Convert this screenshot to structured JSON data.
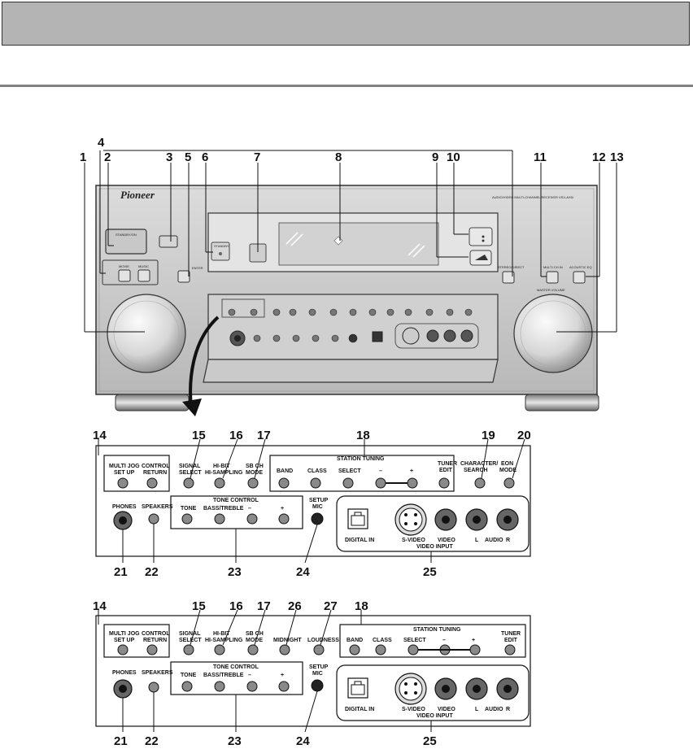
{
  "callouts_top": [
    "1",
    "2",
    "3",
    "4",
    "5",
    "6",
    "7",
    "8",
    "9",
    "10",
    "11",
    "12",
    "13"
  ],
  "callouts_p1_top": [
    "14",
    "15",
    "16",
    "17",
    "18",
    "19",
    "20"
  ],
  "callouts_p1_bottom": [
    "21",
    "22",
    "23",
    "24",
    "25"
  ],
  "callouts_p2_top": [
    "14",
    "15",
    "16",
    "17",
    "26",
    "27",
    "18"
  ],
  "callouts_p2_bottom": [
    "21",
    "22",
    "23",
    "24",
    "25"
  ],
  "receiver": {
    "brand": "Pioneer",
    "model_text": "AUDIO/VIDEO MULTI-CHANNEL RECEIVER VSX-AX5i",
    "standby_on": "STANDBY/ON",
    "standby": "STANDBY",
    "movie": "MOVIE",
    "music": "MUSIC",
    "enter": "ENTER",
    "stereo_direct": "STEREO/DIRECT",
    "multi_ch": "MULTI CH IN",
    "acoustic_eq": "ACOUSTIC EQ",
    "master_volume": "MASTER VOLUME"
  },
  "panel1": {
    "multi_jog": "MULTI JOG",
    "set_up": "SET UP",
    "control": "CONTROL",
    "return": "RETURN",
    "signal": "SIGNAL",
    "select": "SELECT",
    "hibit": "HI-BIT",
    "hisampling": "HI-SAMPLING",
    "sbch": "SB CH",
    "mode": "MODE",
    "station_tuning": "STATION TUNING",
    "band": "BAND",
    "class": "CLASS",
    "select2": "SELECT",
    "minus": "–",
    "plus": "+",
    "tuner": "TUNER",
    "edit": "EDIT",
    "character": "CHARACTER/",
    "search": "SEARCH",
    "eon": "EON",
    "eon_mode": "MODE",
    "phones": "PHONES",
    "speakers": "SPEAKERS",
    "tone_control": "TONE CONTROL",
    "tone": "TONE",
    "bass_treble": "BASS/TREBLE",
    "setup": "SETUP",
    "mic": "MIC",
    "digital_in": "DIGITAL IN",
    "s_video": "S-VIDEO",
    "video": "VIDEO",
    "l": "L",
    "audio": "AUDIO",
    "r": "R",
    "video_input": "VIDEO INPUT"
  },
  "panel2": {
    "midnight": "MIDNIGHT",
    "loudness": "LOUDNESS"
  }
}
